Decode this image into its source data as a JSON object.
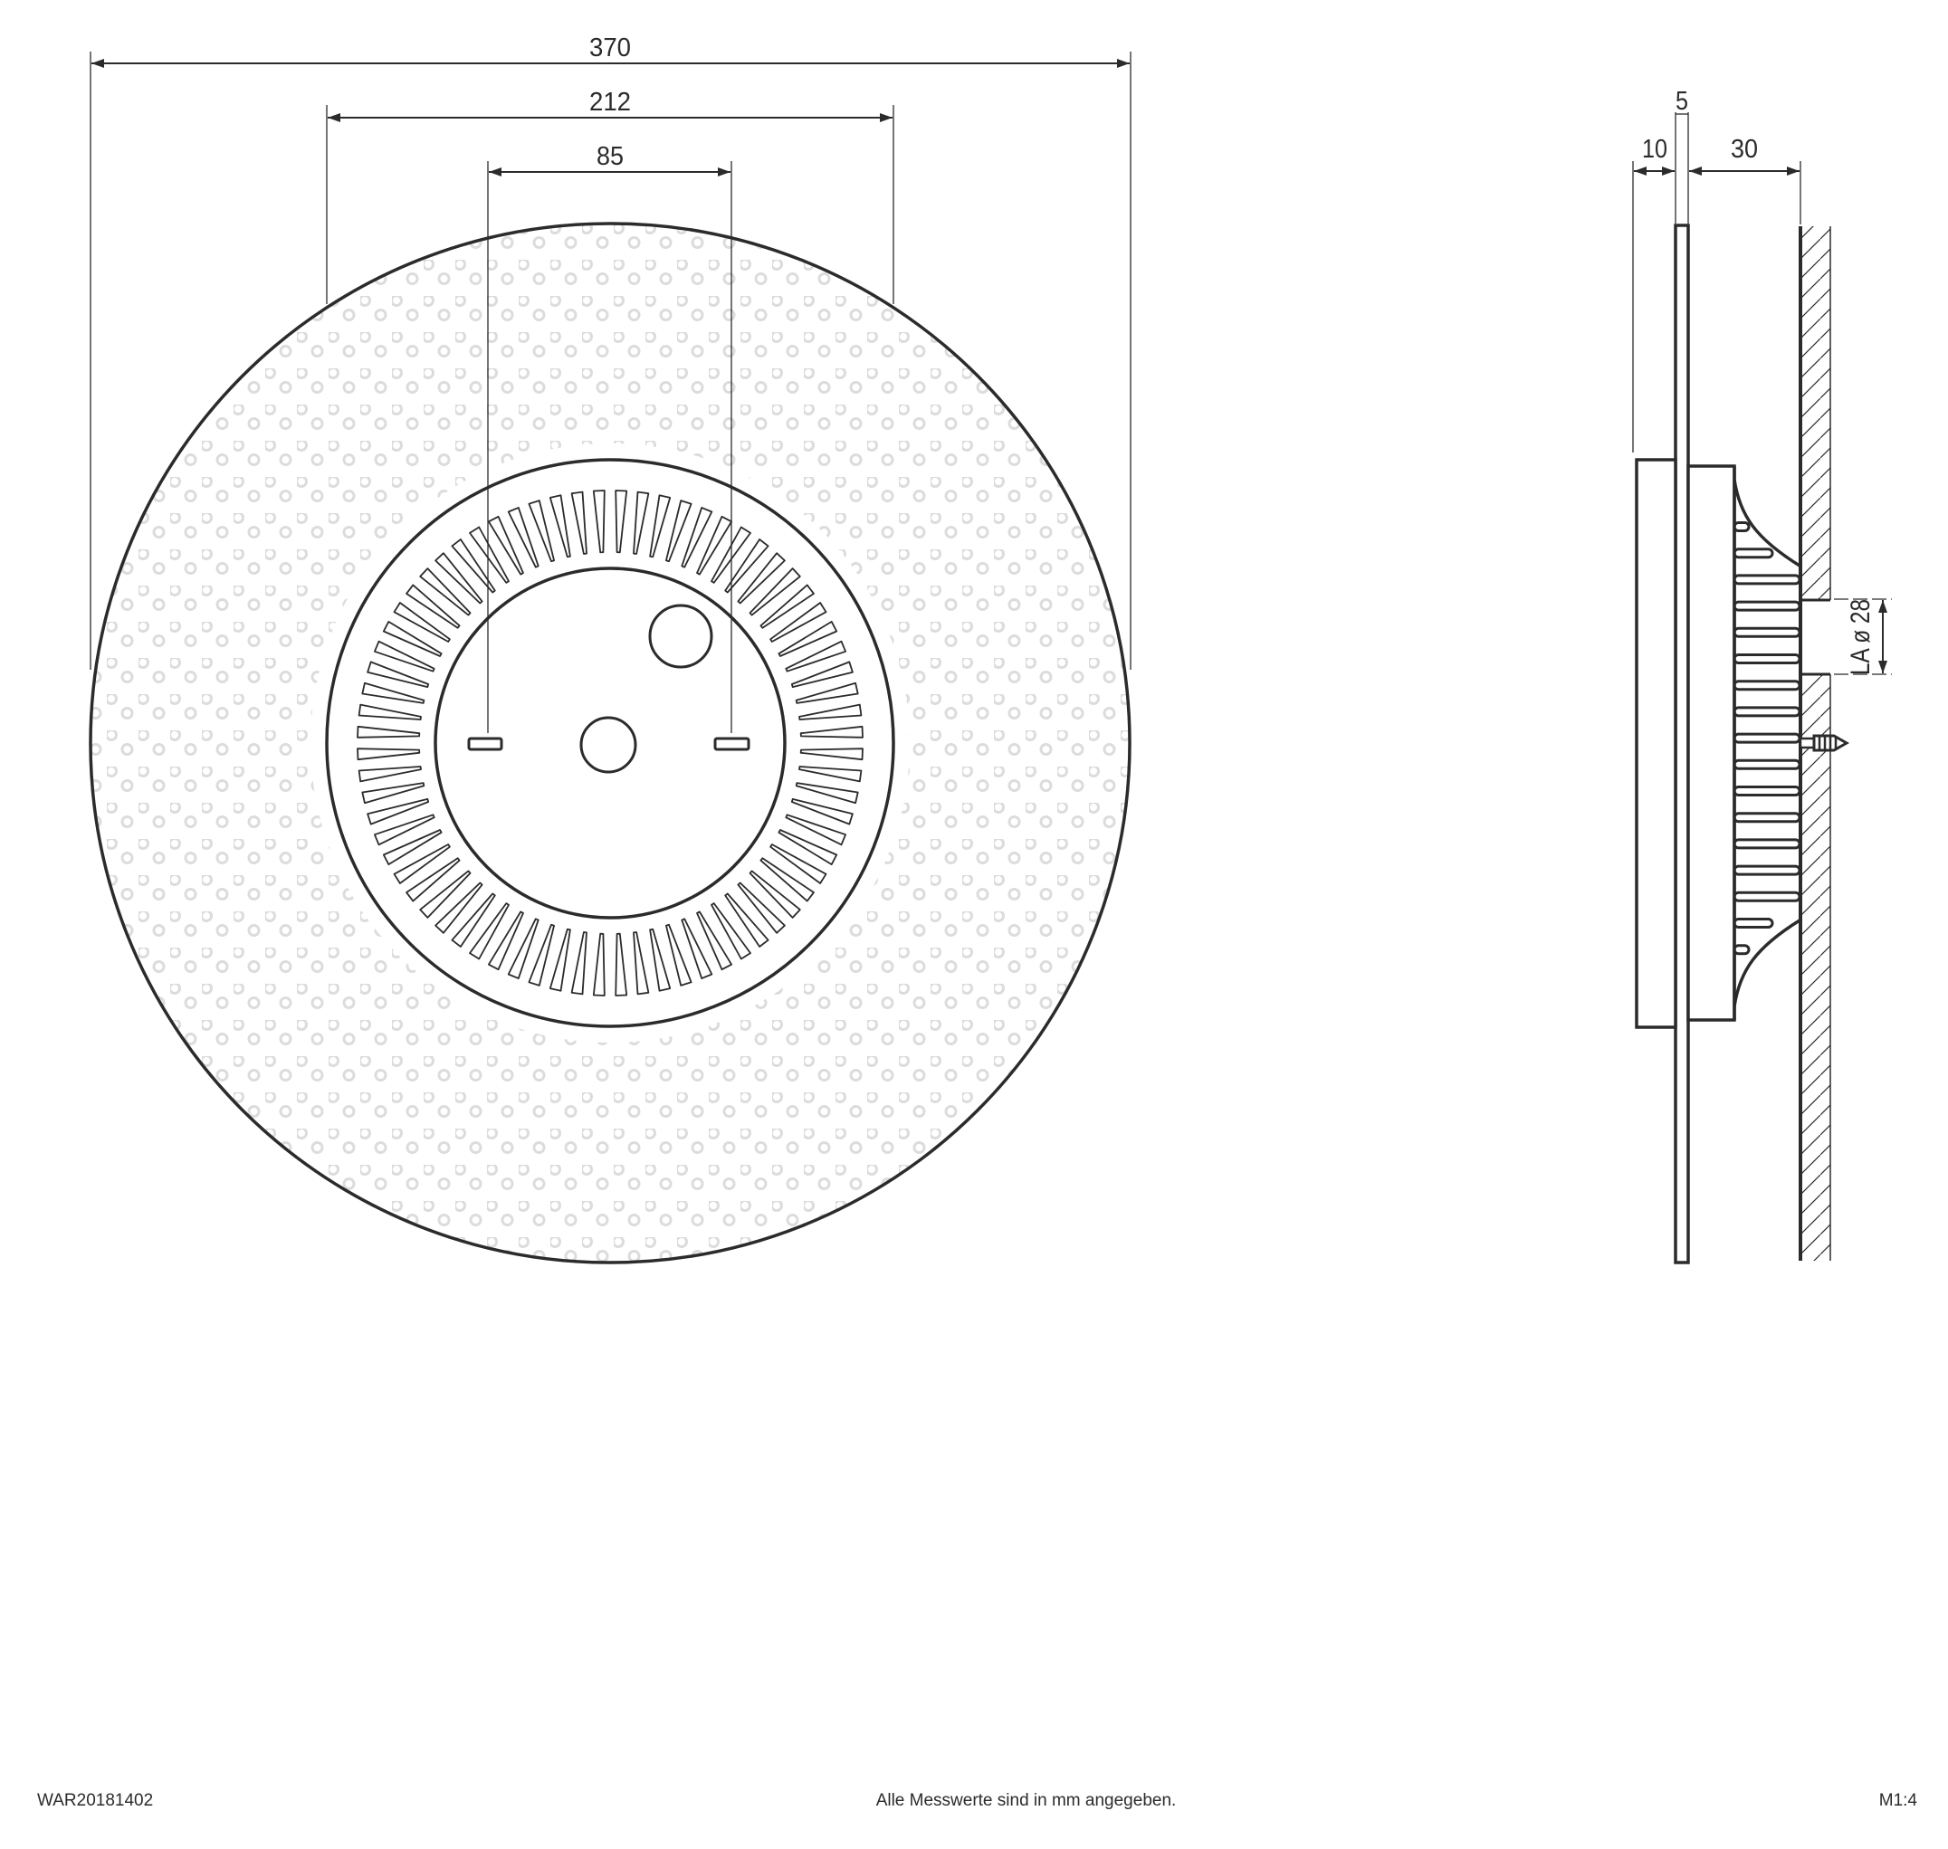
{
  "drawing": {
    "front_view": {
      "dimensions": {
        "outer_diameter": "370",
        "heatsink_diameter": "212",
        "mount_spacing": "85"
      }
    },
    "side_view": {
      "dimensions": {
        "plate_thickness": "5",
        "diffuser_depth": "10",
        "wall_distance": "30",
        "connection_opening": "LA ø 28"
      }
    }
  },
  "footer": {
    "article_number": "WAR20181402",
    "units_note": "Alle Messwerte sind in mm angegeben.",
    "scale": "M1:4"
  },
  "colors": {
    "line": "#2b2b2b",
    "dot_pattern": "#dcdcdc",
    "background": "#ffffff"
  }
}
